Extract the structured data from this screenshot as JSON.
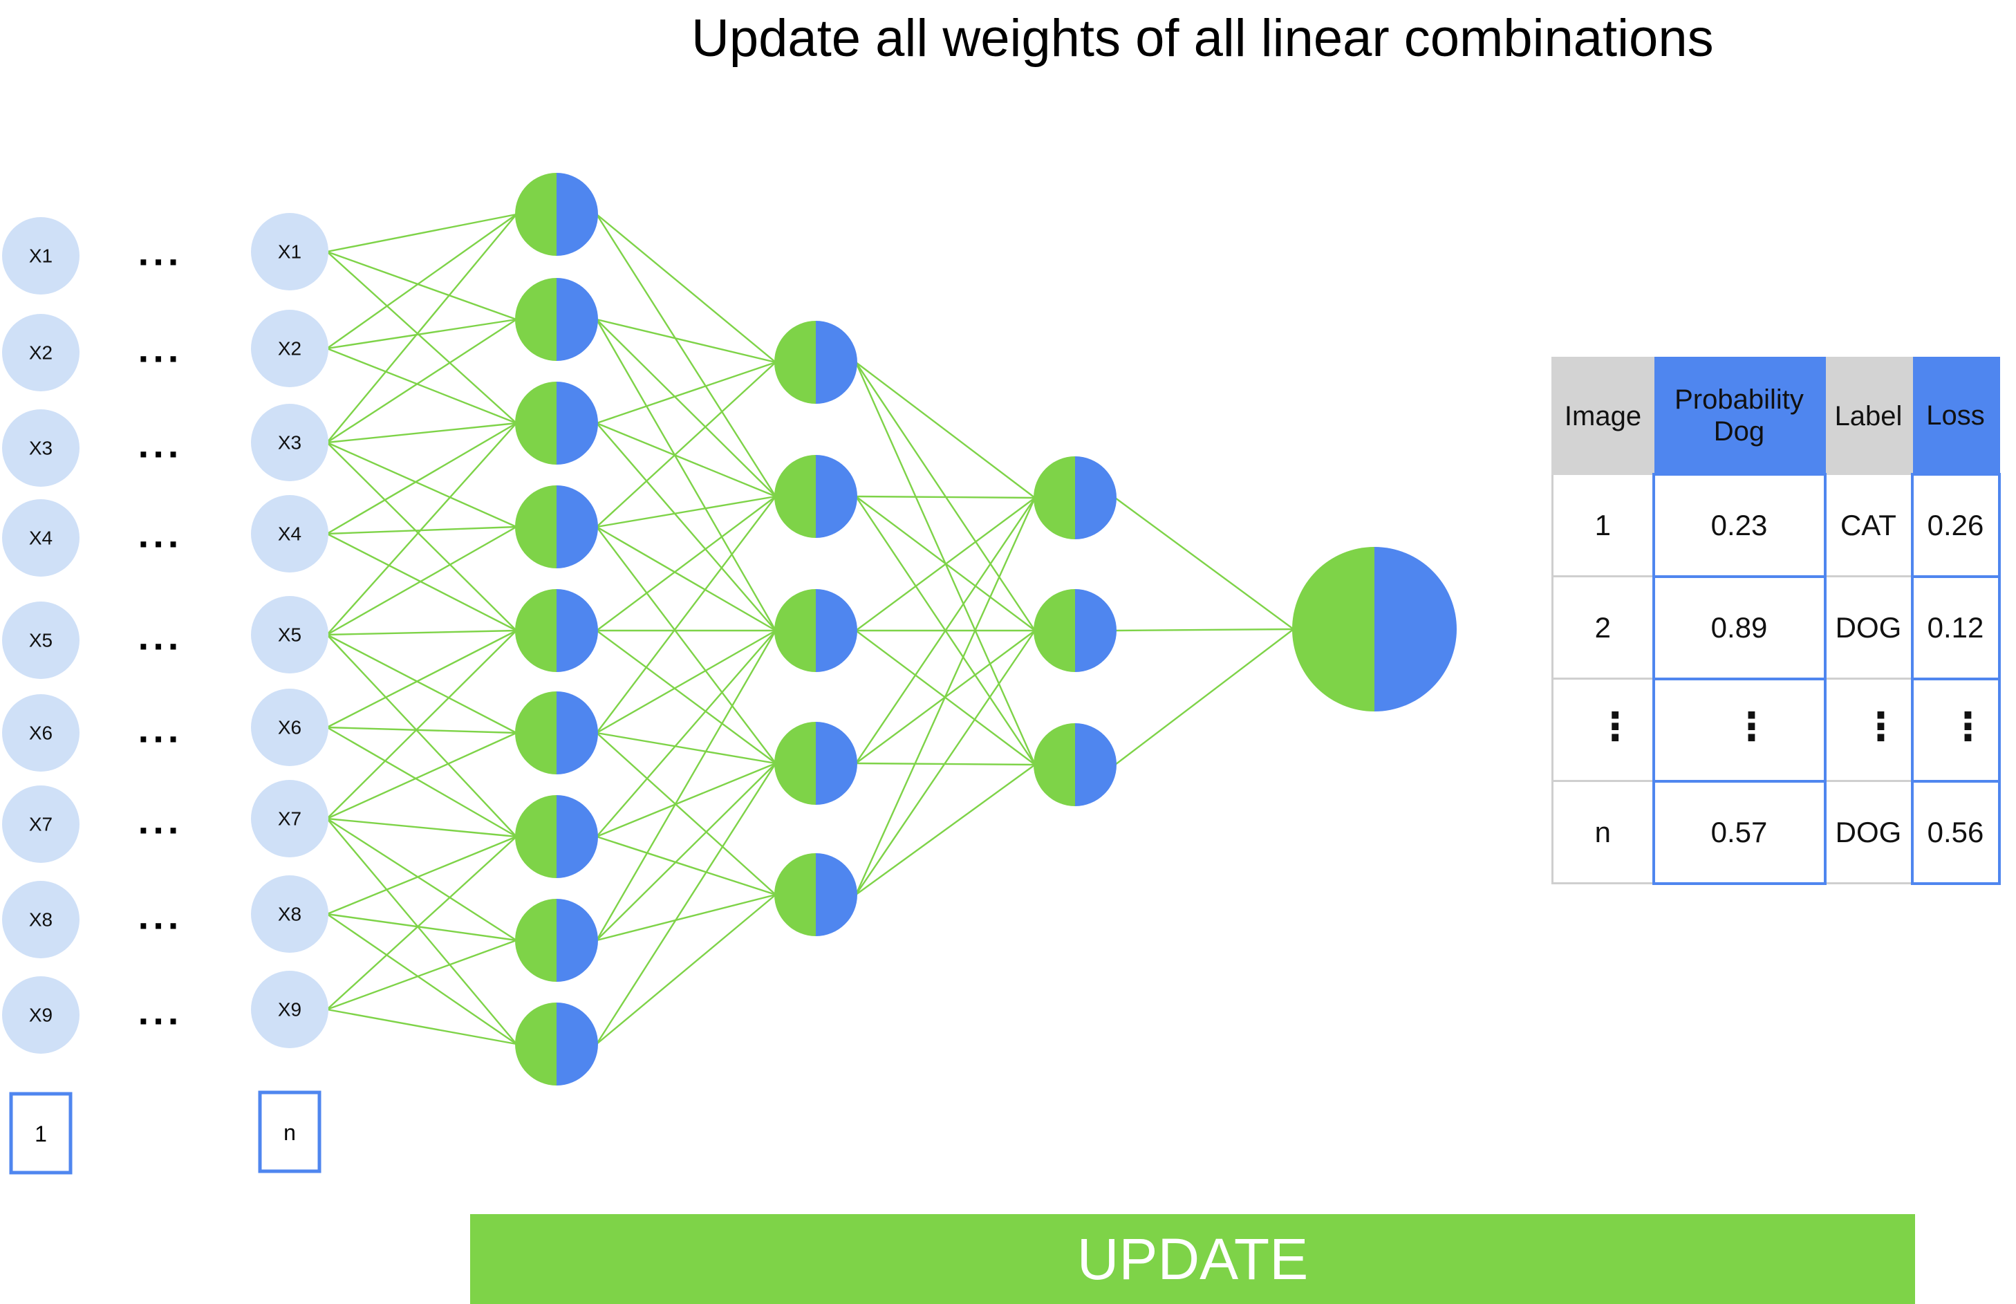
{
  "title": "Update all weights of all linear combinations",
  "inputs": {
    "labels": [
      "X1",
      "X2",
      "X3",
      "X4",
      "X5",
      "X6",
      "X7",
      "X8",
      "X9"
    ],
    "ellipsis": "...",
    "first_sample_label": "1",
    "last_sample_label": "n"
  },
  "network": {
    "layer_sizes": [
      9,
      5,
      3,
      1
    ],
    "node_colors": {
      "left_half": "#7ed348",
      "right_half": "#4f86ef"
    },
    "input_node_color": "#cfe0f7",
    "edge_color": "#7ed348"
  },
  "table": {
    "headers": [
      "Image",
      "Probability Dog",
      "Label",
      "Loss"
    ],
    "rows": [
      [
        "1",
        "0.23",
        "CAT",
        "0.26"
      ],
      [
        "2",
        "0.89",
        "DOG",
        "0.12"
      ],
      [
        "⋮",
        "⋮",
        "⋮",
        "⋮"
      ],
      [
        "n",
        "0.57",
        "DOG",
        "0.56"
      ]
    ]
  },
  "update_button": "UPDATE"
}
